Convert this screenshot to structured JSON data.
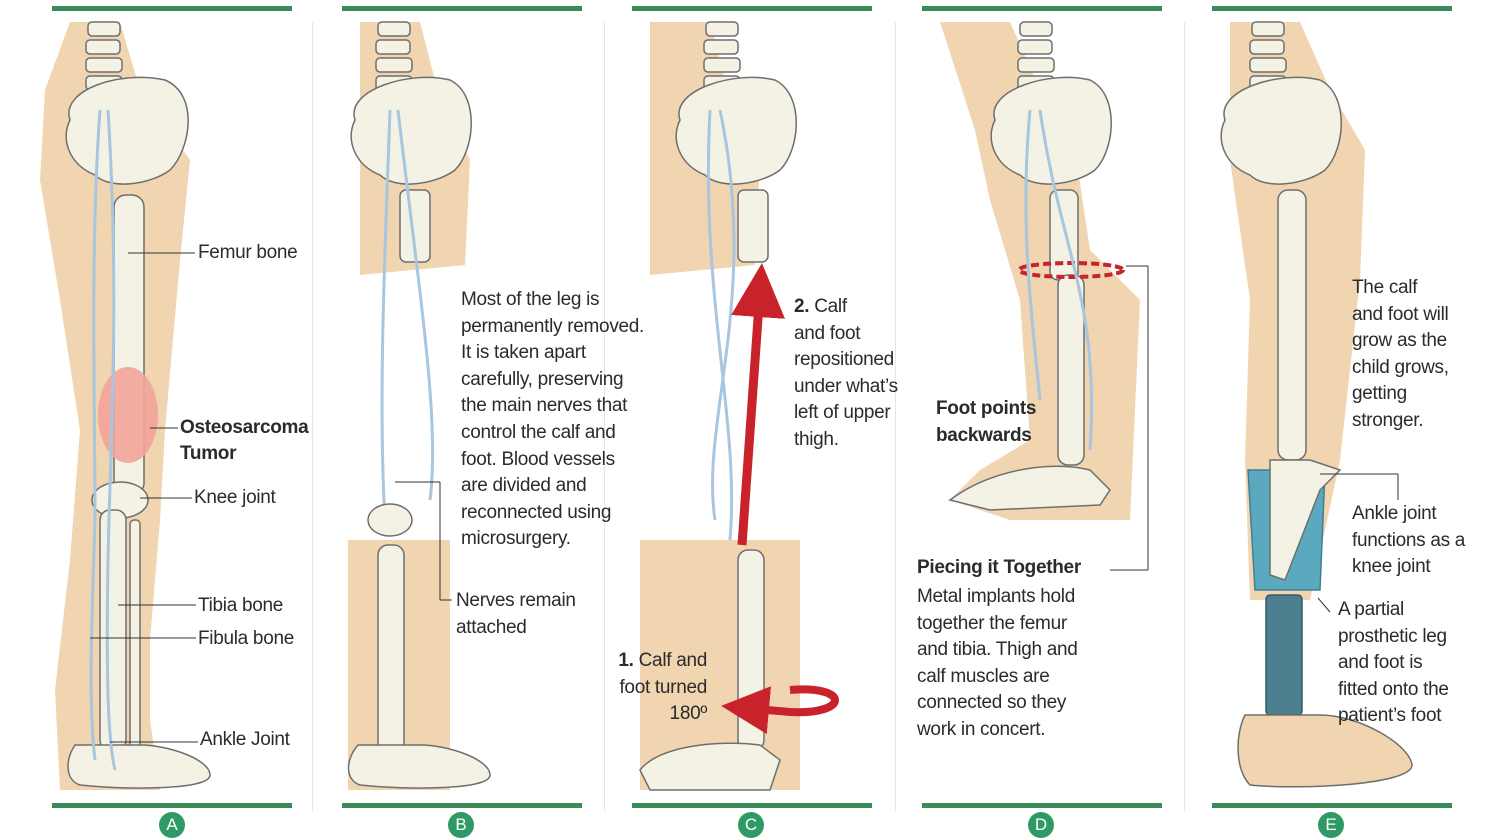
{
  "colors": {
    "bar": "#3a8a5a",
    "badge": "#2f9a66",
    "skin": "#f1d4b0",
    "bone": "#f3f2e4",
    "vessel": "#a7c6df",
    "arrow": "#c8232a",
    "tumor": "#f2a49a",
    "prosthetic": "#5ba9bf"
  },
  "panels": [
    {
      "badge": "A",
      "labels": {
        "femur": "Femur bone",
        "tumor_line1": "Osteosarcoma",
        "tumor_line2": "Tumor",
        "knee": "Knee joint",
        "tibia": "Tibia bone",
        "fibula": "Fibula bone",
        "ankle": "Ankle Joint"
      }
    },
    {
      "badge": "B",
      "paragraph": [
        "Most of the leg is",
        "permanently removed.",
        "It is taken apart",
        "carefully, preserving",
        "the main nerves that",
        "control the calf and",
        "foot. Blood vessels",
        "are divided and",
        "reconnected using",
        "microsurgery."
      ],
      "nerves": [
        "Nerves remain",
        "attached"
      ]
    },
    {
      "badge": "C",
      "step2": {
        "num": "2.",
        "lines": [
          "Calf",
          "and foot",
          "repositioned",
          "under what’s",
          "left of upper",
          "thigh."
        ]
      },
      "step1": {
        "num": "1.",
        "lines": [
          "Calf and",
          "foot turned",
          "180º"
        ]
      }
    },
    {
      "badge": "D",
      "foot": [
        "Foot points",
        "backwards"
      ],
      "heading": "Piecing it Together",
      "body": [
        "Metal implants hold",
        "together the femur",
        "and tibia. Thigh and",
        "calf muscles are",
        "connected so they",
        "work in concert."
      ]
    },
    {
      "badge": "E",
      "calf": [
        "The calf",
        "and foot will",
        "grow as the",
        "child grows,",
        "getting",
        "stronger."
      ],
      "ankle": [
        "Ankle joint",
        "functions as a",
        "knee joint"
      ],
      "prosthetic": [
        "A partial",
        "prosthetic leg",
        "and foot is",
        "fitted onto the",
        "patient’s foot"
      ]
    }
  ]
}
